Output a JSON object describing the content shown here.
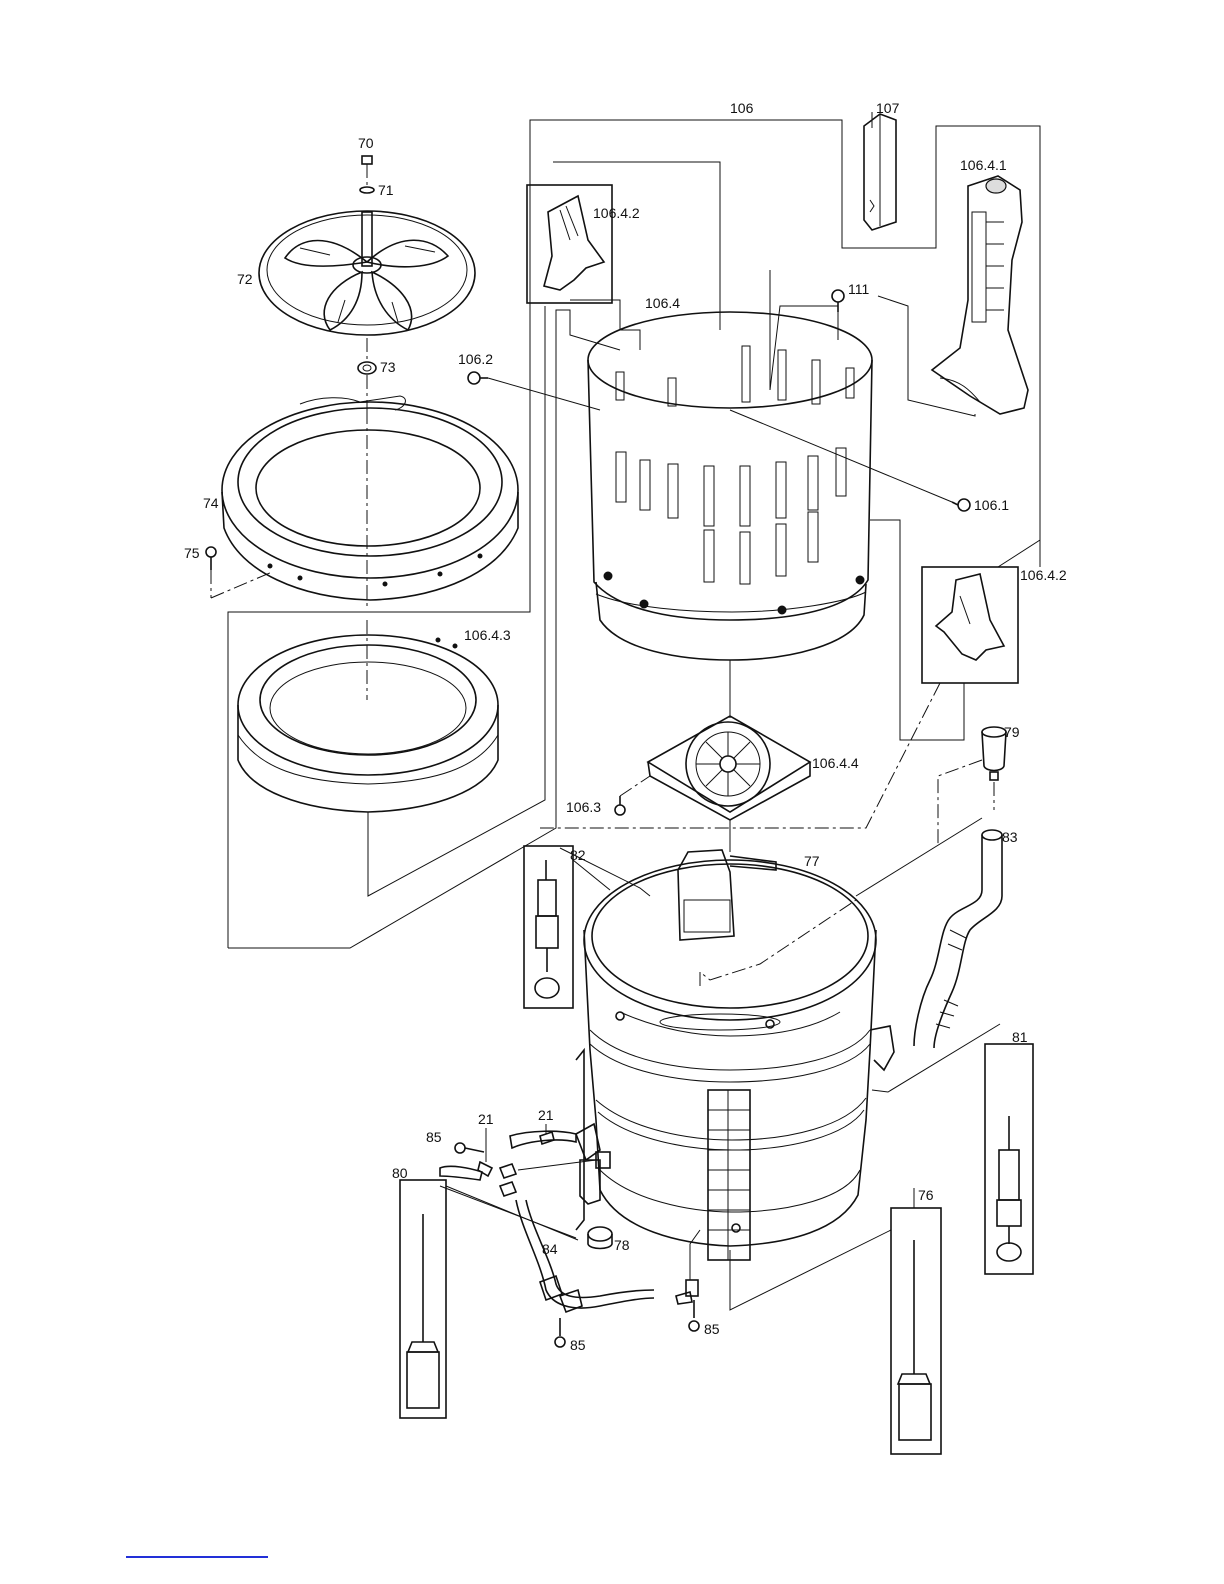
{
  "labels": {
    "p70": "70",
    "p71": "71",
    "p72": "72",
    "p73": "73",
    "p74": "74",
    "p75": "75",
    "p106_4_3": "106.4.3",
    "p106": "106",
    "p107": "107",
    "p106_4_1": "106.4.1",
    "p106_4_2_top": "106.4.2",
    "p106_4": "106.4",
    "p111": "111",
    "p106_2": "106.2",
    "p106_1": "106.1",
    "p106_4_2_right": "106.4.2",
    "p79": "79",
    "p106_4_4": "106.4.4",
    "p106_3": "106.3",
    "p83": "83",
    "p82": "82",
    "p77": "77",
    "p81": "81",
    "p21_left": "21",
    "p21_right": "21",
    "p85_top": "85",
    "p80": "80",
    "p84": "84",
    "p78": "78",
    "p76": "76",
    "p85_mid": "85",
    "p85_bottom": "85"
  },
  "colors": {
    "ink": "#111111",
    "footer_rule": "#2230d8"
  }
}
